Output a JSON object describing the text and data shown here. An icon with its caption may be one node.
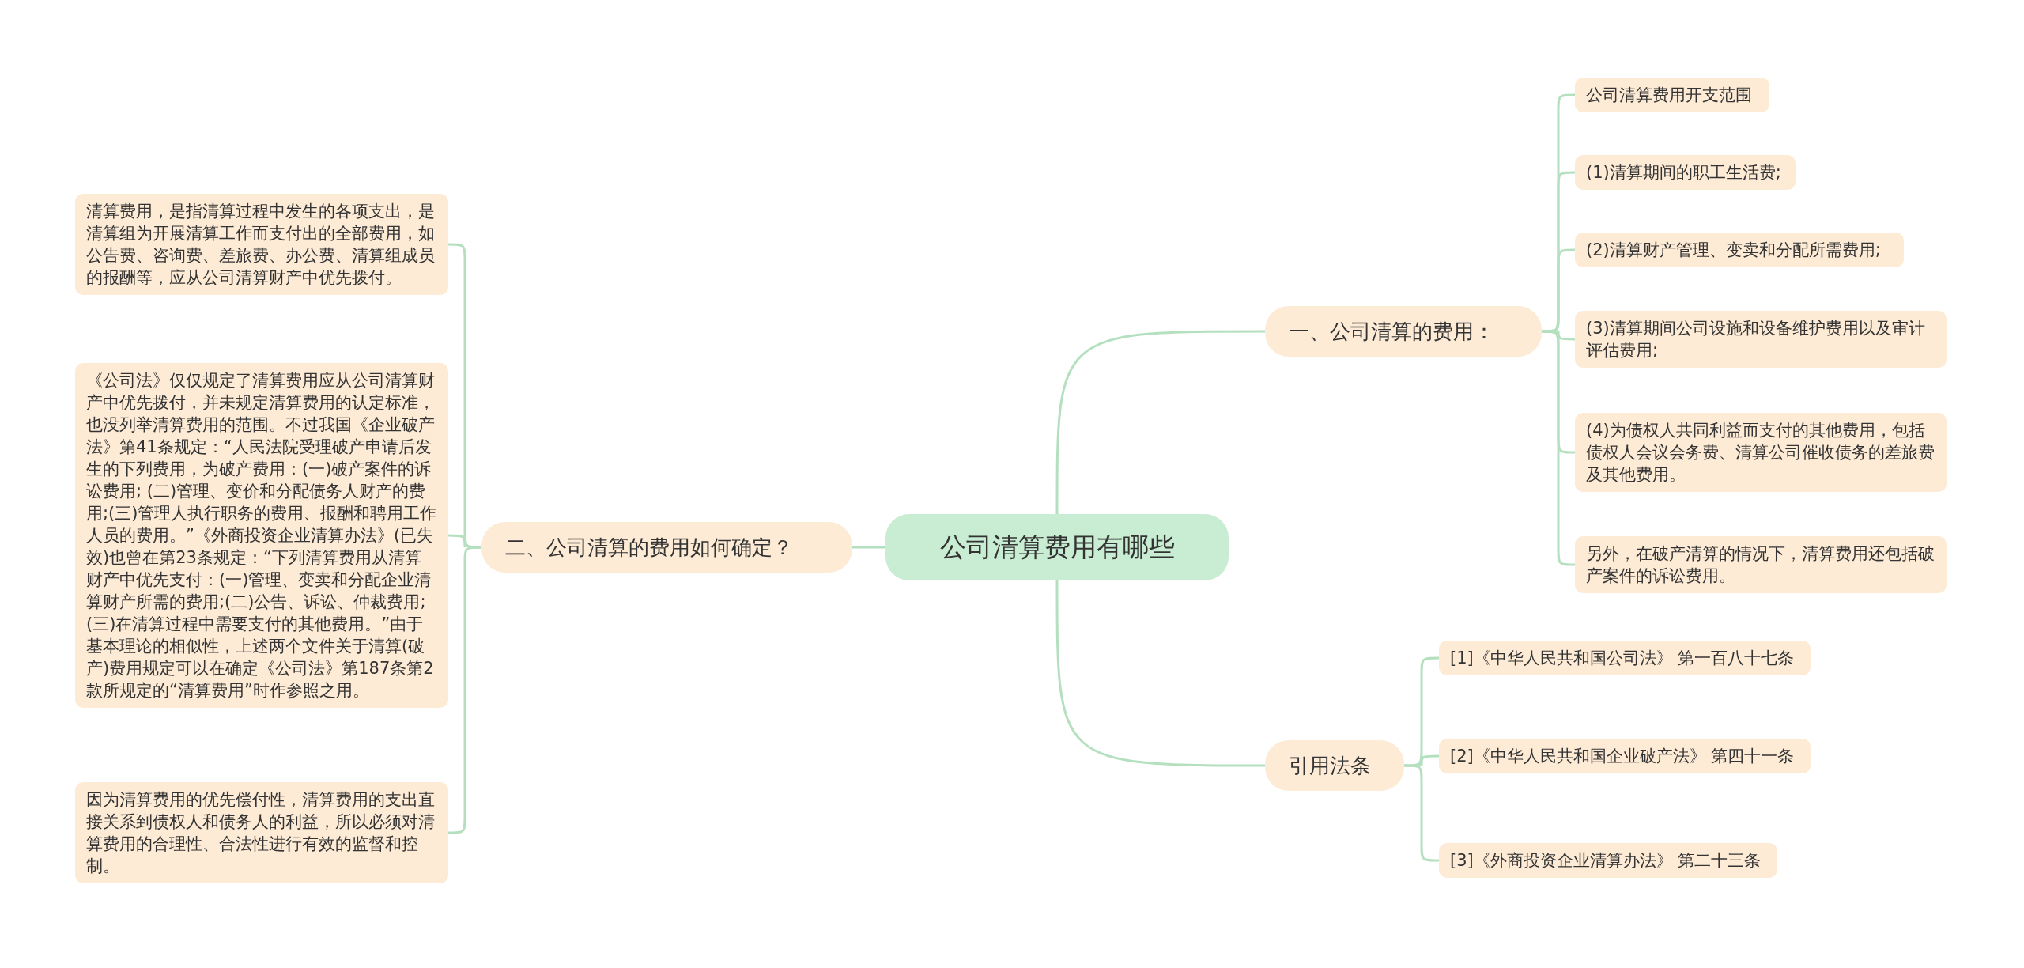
{
  "diagram": {
    "nodes": [
      {
        "text": [
          "公司清算费用有哪些"
        ]
      },
      {
        "text": [
          "一、公司清算的费用："
        ]
      },
      {
        "text": [
          "公司清算费用开支范围"
        ]
      },
      {
        "text": [
          "(1)清算期间的职工生活费;"
        ]
      },
      {
        "text": [
          "(2)清算财产管理、变卖和分配所需费用;"
        ]
      },
      {
        "text": [
          "(3)清算期间公司设施和设备维护费用以及审计评估费用;"
        ]
      },
      {
        "text": [
          "(4)为债权人共同利益而支付的其他费用，包括债权人会议会务费、清算公司催收债务的差旅费及其他费用。"
        ]
      },
      {
        "text": [
          "另外，在破产清算的情况下，清算费用还包括破产案件的诉讼费用。"
        ]
      },
      {
        "text": [
          "引用法条"
        ]
      },
      {
        "text": [
          "[1]《中华人民共和国公司法》 第一百八十七条"
        ]
      },
      {
        "text": [
          "[2]《中华人民共和国企业破产法》 第四十一条"
        ]
      },
      {
        "text": [
          "[3]《外商投资企业清算办法》 第二十三条"
        ]
      },
      {
        "text": [
          "二、公司清算的费用如何确定？"
        ]
      },
      {
        "text": [
          "清算费用，是指清算过程中发生的各项支出，是清算组为开展清算工作而支付出的全部费用，如公告费、咨询费、差旅费、办公费、清算组成员的报酬等，应从公司清算财产中优先拨付。"
        ]
      },
      {
        "text": [
          "《公司法》仅仅规定了清算费用应从公司清算财产中优先拨付，并未规定清算费用的认定标准，也没列举清算费用的范围。不过我国《企业破产法》第41条规定：“人民法院受理破产申请后发生的下列费用，为破产费用：(一)破产案件的诉讼费用; (二)管理、变价和分配债务人财产的费用;(三)管理人执行职务的费用、报酬和聘用工作人员的费用。”《外商投资企业清算办法》(已失效)也曾在第23条规定：“下列清算费用从清算财产中优先支付：(一)管理、变卖和分配企业清算财产所需的费用;(二)公告、诉讼、仲裁费用;(三)在清算过程中需要支付的其他费用。”由于基本理论的相似性，上述两个文件关于清算(破产)费用规定可以在确定《公司法》第187条第2款所规定的“清算费用”时作参照之用。"
        ]
      },
      {
        "text": [
          "因为清算费用的优先偿付性，清算费用的支出直接关系到债权人和债务人的利益，所以必须对清算费用的合理性、合法性进行有效的监督和控制。"
        ]
      }
    ],
    "edges": [
      {
        "from": 0,
        "to": 1,
        "arrow": "none"
      },
      {
        "from": 0,
        "to": 8,
        "arrow": "none"
      },
      {
        "from": 0,
        "to": 12,
        "arrow": "none"
      },
      {
        "from": 1,
        "to": 2,
        "arrow": "none"
      },
      {
        "from": 1,
        "to": 3,
        "arrow": "none"
      },
      {
        "from": 1,
        "to": 4,
        "arrow": "none"
      },
      {
        "from": 1,
        "to": 5,
        "arrow": "none"
      },
      {
        "from": 1,
        "to": 6,
        "arrow": "none"
      },
      {
        "from": 1,
        "to": 7,
        "arrow": "none"
      },
      {
        "from": 8,
        "to": 9,
        "arrow": "none"
      },
      {
        "from": 8,
        "to": 10,
        "arrow": "none"
      },
      {
        "from": 8,
        "to": 11,
        "arrow": "none"
      },
      {
        "from": 12,
        "to": 13,
        "arrow": "none"
      },
      {
        "from": 12,
        "to": 14,
        "arrow": "none"
      },
      {
        "from": 12,
        "to": 15,
        "arrow": "none"
      }
    ]
  }
}
